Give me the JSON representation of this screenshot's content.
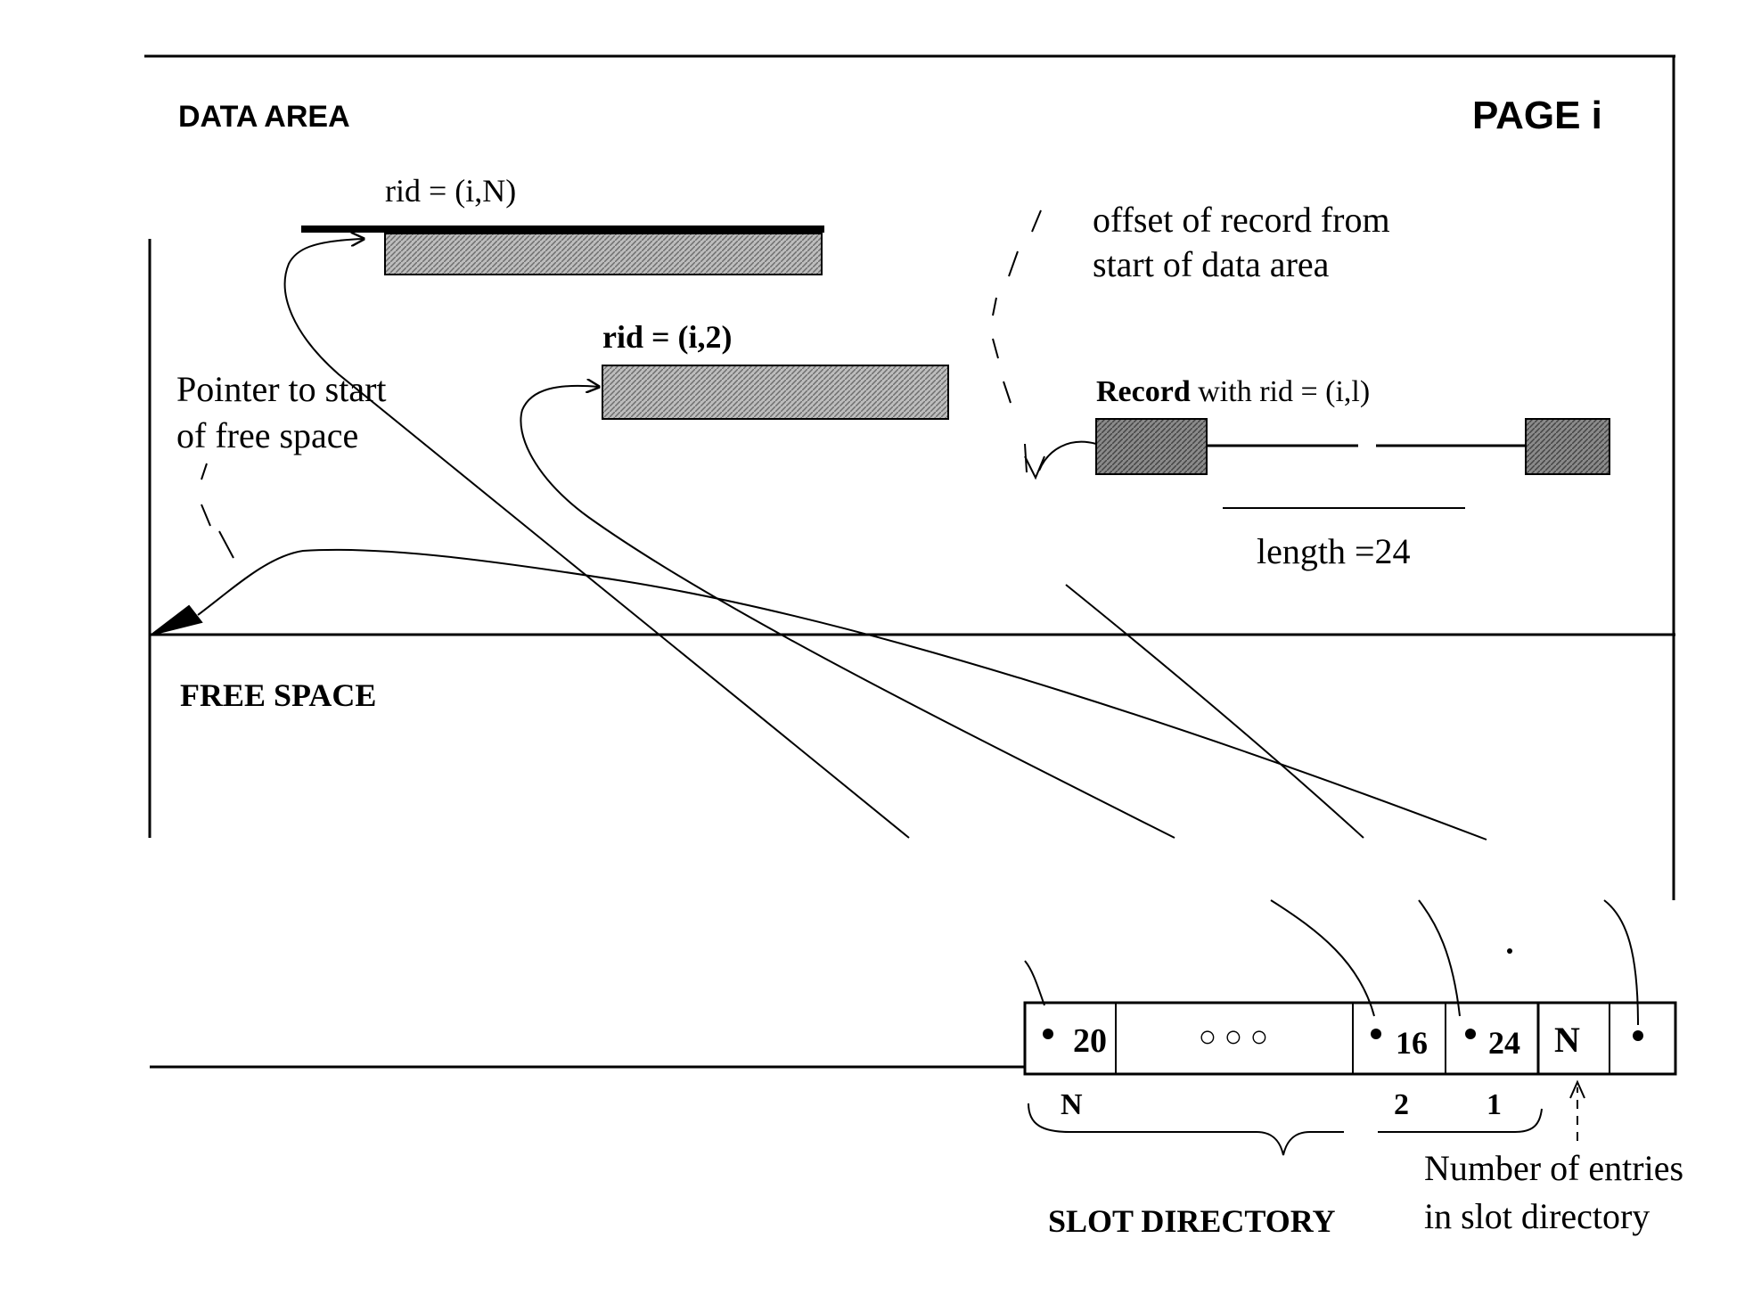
{
  "labels": {
    "data_area": "DATA AREA",
    "page": "PAGE  i",
    "rid_n": "rid = (i,N)",
    "rid_2": "rid = (i,2)",
    "offset_line1": "offset of record from",
    "offset_line2": "start of data area",
    "record_bold": "Record",
    "record_rest": " with rid = (i,l)",
    "length": "length =24",
    "pointer_line1": "Pointer to start",
    "pointer_line2": "of free space",
    "free_space": "FREE SPACE",
    "slot_directory": "SLOT DIRECTORY",
    "entries_line1": "Number of entries",
    "entries_line2": "in slot directory"
  },
  "slots": {
    "cell_n_value": "20",
    "ellipsis": "○ ○ ○",
    "cell_2_value": "16",
    "cell_1_value": "24",
    "count_value": "N",
    "index_n": "N",
    "index_2": "2",
    "index_1": "1"
  }
}
